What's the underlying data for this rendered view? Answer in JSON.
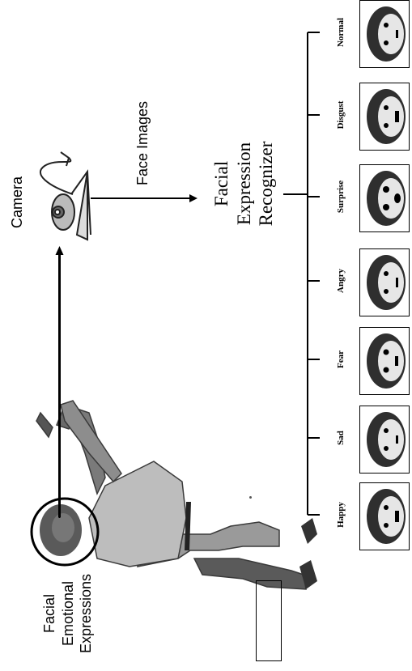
{
  "labels": {
    "facial_emotional_expressions": [
      "Facial",
      "Emotional",
      "Expressions"
    ],
    "camera": "Camera",
    "face_images": "Face Images",
    "recognizer": [
      "Facial",
      "Expression",
      "Recognizer"
    ]
  },
  "emotions": [
    "Happy",
    "Sad",
    "Fear",
    "Angry",
    "Surprise",
    "Disgust",
    "Normal"
  ],
  "icons": {
    "camera": "webcam-icon",
    "person": "person-figure",
    "face": "face-thumbnail"
  },
  "colors": {
    "line": "#000000",
    "background": "#ffffff",
    "photo": "#4a4a4a"
  }
}
